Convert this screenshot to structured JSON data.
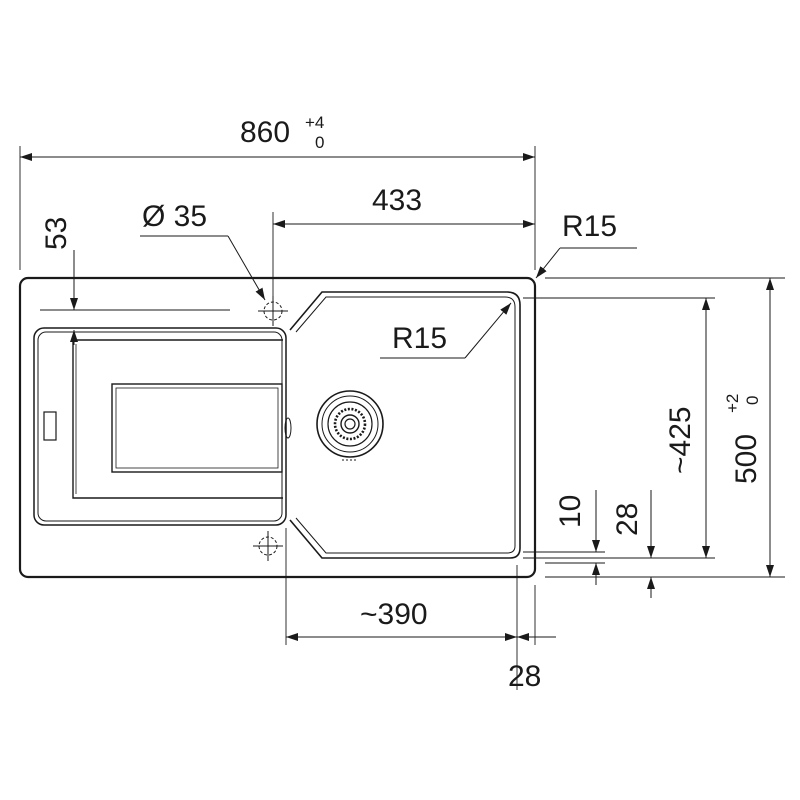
{
  "dimensions": {
    "overall_width": "860",
    "overall_width_tol_upper": "+4",
    "overall_width_tol_lower": "0",
    "overall_depth": "500",
    "overall_depth_tol_upper": "+2",
    "overall_depth_tol_lower": "0",
    "tap_hole_diameter": "Ø 35",
    "tap_hole_to_edge": "433",
    "tap_hole_offset": "53",
    "corner_radius_outer": "R15",
    "corner_radius_bowl": "R15",
    "bowl_depth": "~425",
    "bowl_width": "~390",
    "rim_right": "28",
    "rim_front": "28",
    "rim_inner": "10"
  }
}
